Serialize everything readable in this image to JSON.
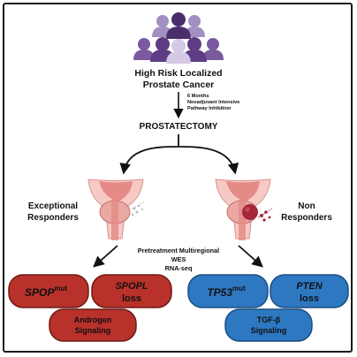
{
  "colors": {
    "people_dark": "#4a2d6b",
    "people_mid": "#7a5a9e",
    "people_light": "#a38fc2",
    "arrow": "#111111",
    "tissue_pink": "#e58a86",
    "tissue_light": "#f6c9c4",
    "tumor": "#a5283a",
    "red_pill": "#b8312a",
    "blue_pill": "#2e78c2"
  },
  "icons": [
    "people-group-icon",
    "prostate-illustration-icon",
    "tumor-illustration-icon"
  ],
  "cohort": {
    "title_line1": "High Risk Localized",
    "title_line2": "Prostate Cancer"
  },
  "treatment": {
    "line1": "6 Months",
    "line2": "Neoadjuvant Intensive",
    "line3": "Pathway Inhibition"
  },
  "surgery": {
    "label": "PROSTATECTOMY"
  },
  "groups": {
    "left": {
      "line1": "Exceptional",
      "line2": "Responders"
    },
    "right": {
      "line1": "Non",
      "line2": "Responders"
    }
  },
  "analysis": {
    "line1": "Pretreatment Multiregional",
    "line2": "WES",
    "line3": "RNA-seq"
  },
  "exceptional_findings": {
    "spop": {
      "gene": "SPOP",
      "sup": "mut"
    },
    "spopl": {
      "gene": "SPOPL",
      "suffix": "loss"
    },
    "androgen": {
      "line1": "Androgen",
      "line2": "Signaling"
    }
  },
  "non_responder_findings": {
    "tp53": {
      "gene": "TP53",
      "sup": "mut"
    },
    "pten": {
      "gene": "PTEN",
      "suffix": "loss"
    },
    "tgf": {
      "line1": "TGF-β",
      "line2": "Signaling"
    }
  }
}
